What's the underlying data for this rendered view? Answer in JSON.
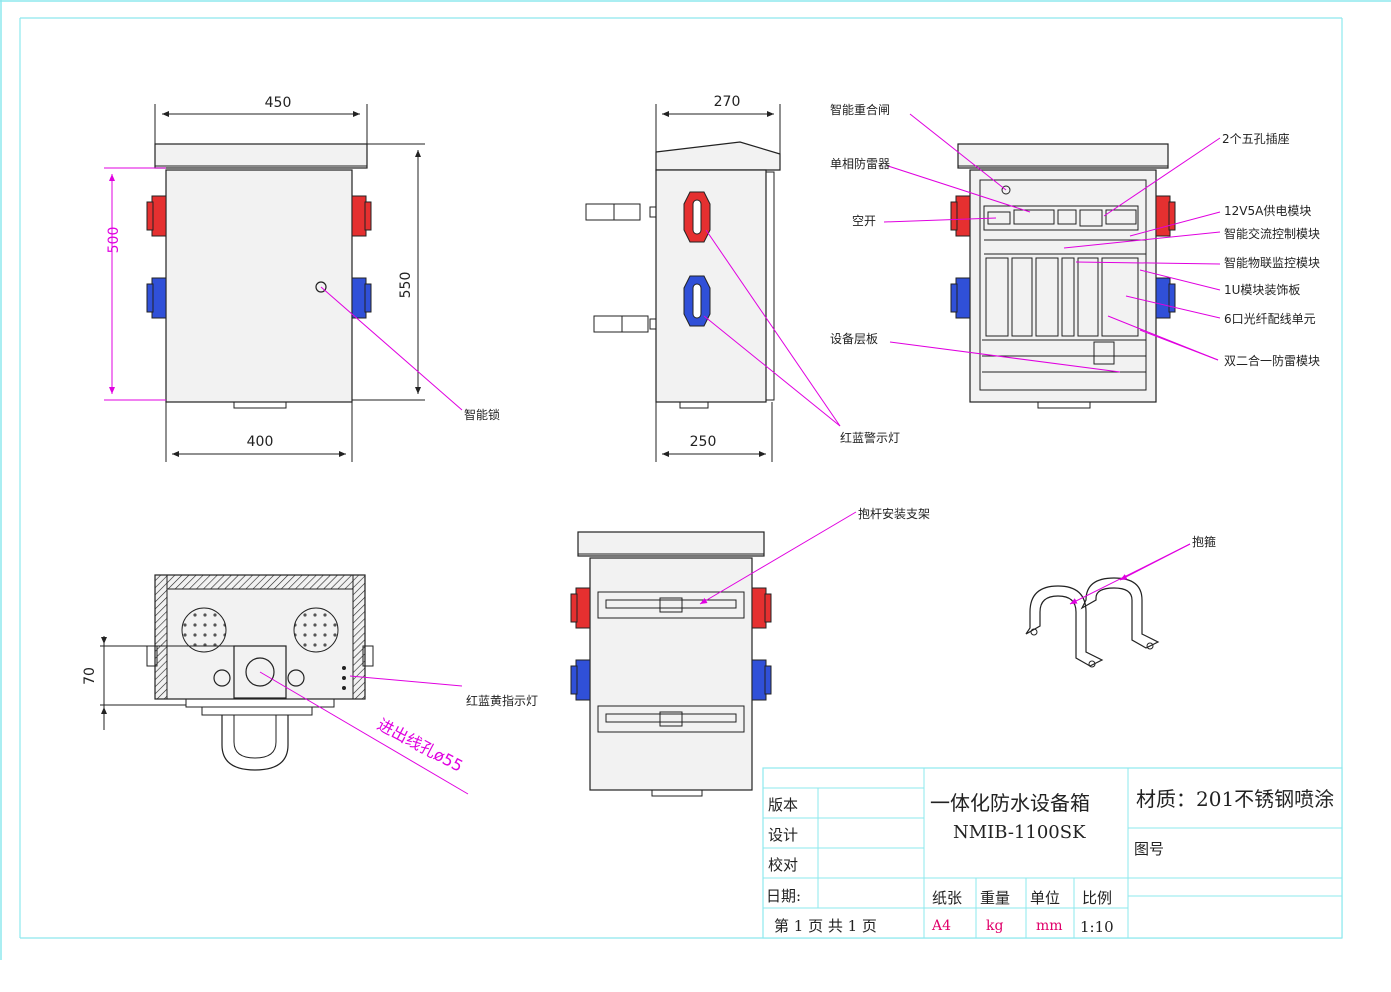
{
  "dimensions": {
    "front_width_top": "450",
    "front_height_body": "500",
    "front_height_total": "550",
    "front_width_bottom": "400",
    "side_depth_top": "270",
    "side_depth_bottom": "250",
    "bottom_height": "70"
  },
  "labels": {
    "smart_lock": "智能锁",
    "red_blue_warning_light": "红蓝警示灯",
    "smart_recloser": "智能重合闸",
    "single_phase_surge": "单相防雷器",
    "air_switch": "空开",
    "equipment_shelf": "设备层板",
    "two_five_hole_socket": "2个五孔插座",
    "power_module": "12V5A供电模块",
    "ac_control_module": "智能交流控制模块",
    "iot_monitor_module": "智能物联监控模块",
    "module_panel_1u": "1U模块装饰板",
    "fiber_unit": "6口光纤配线单元",
    "dual_surge_module": "双二合一防雷模块",
    "pole_bracket": "抱杆安装支架",
    "hoop": "抱箍",
    "rby_indicator": "红蓝黄指示灯",
    "cable_hole": "进出线孔ø55"
  },
  "title_block": {
    "version": "版本",
    "design": "设计",
    "check": "校对",
    "date": "日期:",
    "page": "第 1 页   共 1 页",
    "product_name": "一体化防水设备箱",
    "model": "NMIB-1100SK",
    "material": "材质：201不锈钢喷涂",
    "drawing_no": "图号",
    "paper_label": "纸张",
    "weight_label": "重量",
    "unit_label": "单位",
    "scale_label": "比例",
    "paper_value": "A4",
    "weight_value": "kg",
    "unit_value": "mm",
    "scale_value": "1:10"
  },
  "colors": {
    "leader": "#e000e0",
    "red_light": "#e53030",
    "blue_light": "#3050d8",
    "frame": "#8ee8ee"
  }
}
